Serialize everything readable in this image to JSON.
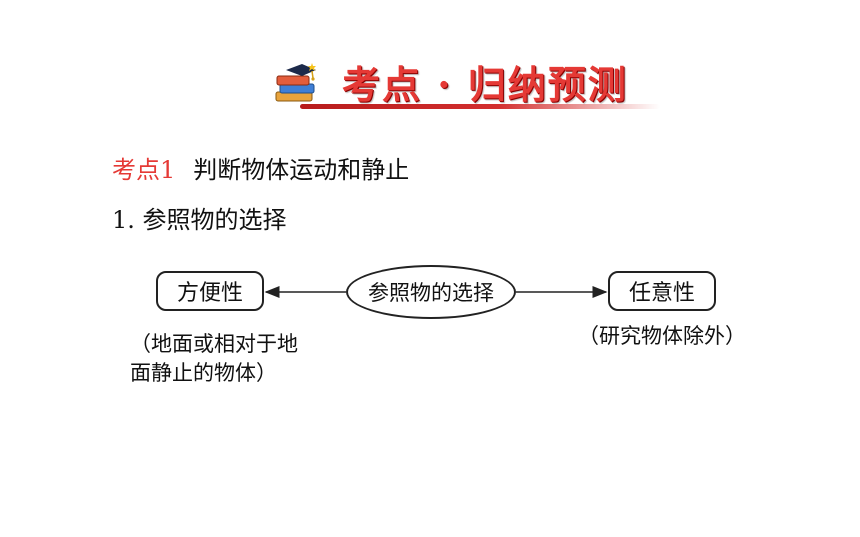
{
  "header": {
    "title": "考点 · 归纳预测",
    "icon": "graduation-books-icon",
    "accent_color": "#e53935"
  },
  "point": {
    "label": "考点1",
    "title": "判断物体运动和静止"
  },
  "section": {
    "title": "1. 参照物的选择"
  },
  "diagram": {
    "center": "参照物的选择",
    "left": "方便性",
    "right": "任意性",
    "left_note_line1": "（地面或相对于地",
    "left_note_line2": "面静止的物体）",
    "right_note": "（研究物体除外）"
  }
}
